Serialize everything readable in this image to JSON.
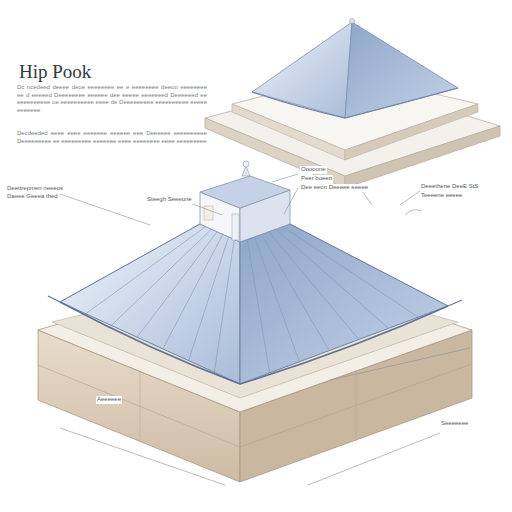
{
  "diagram": {
    "title": "Hip Pook",
    "labels": [
      "Dc ncedeed deeee deoe eeeeeeee ee e eeeeeeee deeoo eeeeeeee ee d eeeeed Deeeeeeee eeeeee dee eeeee eeeeeeed Deeeeeed ee eeeeeeeeee oe eeeeeeeeee eeee de Deeeeeeeee eeeeeeeeee eeeee eeeeeee",
      "Decdeeded eeee eeee eeeeeee eeeeee eee Deeeeee eeeeeeeeee Deeeeeeeee ee eeeeeeeee eeeeeee eeee eeeeeeee eeee eeeeeeeee",
      "Deettrepmen neeeos",
      "Daeee Geeea thed",
      "Steegh Seeeone",
      "Ooooone",
      "Peer boeen",
      "Dee eeon Deeeee eeeee",
      "Deeethene DeeE StS",
      "Teeeene eeeee",
      "Aeeeeee",
      "Seeeeeee"
    ]
  }
}
